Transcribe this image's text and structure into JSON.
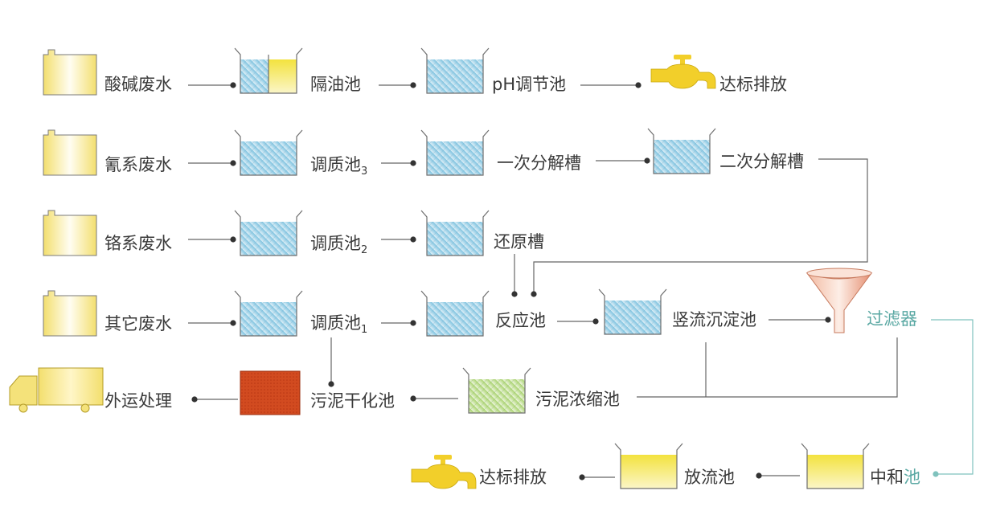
{
  "diagram": {
    "sources": {
      "acid_alkali": "酸碱废水",
      "cyanide": "氰系废水",
      "chromium": "铬系废水",
      "other": "其它废水"
    },
    "units": {
      "oil_separator": "隔油池",
      "ph_adjust": "pH调节池",
      "discharge_top": "达标排放",
      "regulating_3": "调质池",
      "regulating_3_sub": "3",
      "primary_decomp": "一次分解槽",
      "secondary_decomp": "二次分解槽",
      "regulating_2": "调质池",
      "regulating_2_sub": "2",
      "reduction_tank": "还原槽",
      "regulating_1": "调质池",
      "regulating_1_sub": "1",
      "reaction_tank": "反应池",
      "vertical_settler": "竖流沉淀池",
      "filter": "过滤器",
      "sludge_drying": "污泥干化池",
      "sludge_thickener": "污泥浓缩池",
      "offsite": "外运处理",
      "neutralization_prefix": "中和",
      "neutralization_suffix": "池",
      "outflow_tank": "放流池",
      "discharge_bottom": "达标排放"
    },
    "colors": {
      "line": "#666666",
      "teal_line": "#7fc2bd",
      "source_yellow": "#f4e27a",
      "water_blue": "#a9d6ea",
      "water_yellow": "#f6ea6a",
      "sludge_green": "#b9dc8e",
      "sludge_red": "#cf4a22",
      "faucet_yellow": "#f2cf2a",
      "funnel": "#efa58a"
    },
    "icons": [
      "container-icon",
      "tank-icon",
      "faucet-icon",
      "funnel-icon",
      "truck-icon",
      "sludge-block-icon"
    ]
  }
}
